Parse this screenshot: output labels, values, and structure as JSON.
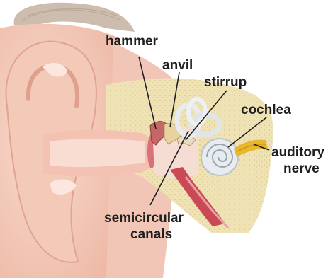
{
  "labels": {
    "hammer": "hammer",
    "anvil": "anvil",
    "stirrup": "stirrup",
    "cochlea": "cochlea",
    "auditory_nerve_line1": "auditory",
    "auditory_nerve_line2": "nerve",
    "semicircular_canals_line1": "semicircular",
    "semicircular_canals_line2": "canals"
  },
  "colors": {
    "skin": "#f4cfc0",
    "skin_shadow": "#e8aa98",
    "bone": "#efe3b6",
    "bone_dots": "#d9c98a",
    "canal_pink": "#f7d7cf",
    "eardrum": "#d9707a",
    "tube_red": "#c94a55",
    "nerve_yellow": "#e7b72c",
    "cochlea_white": "#e8ecef",
    "hair": "#cbb8a8",
    "leader_line": "#1f1f1f"
  }
}
